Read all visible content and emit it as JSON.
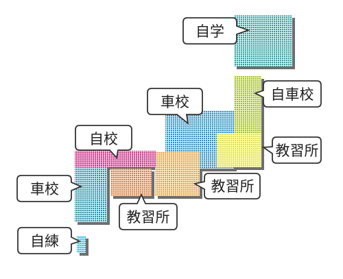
{
  "colors": {
    "teal": "#2f9fa0",
    "blue": "#2b8fbf",
    "olive": "#a4bf2a",
    "yellow": "#e8e85a",
    "magenta": "#c8207f",
    "orange": "#d9803f",
    "peach": "#e8a85a",
    "cyan": "#32b8d8",
    "shadow": "#555555",
    "label_border": "#333333"
  },
  "labels": [
    {
      "id": "jigaku",
      "text": "自学"
    },
    {
      "id": "jishakou",
      "text": "自車校"
    },
    {
      "id": "shakou-top",
      "text": "車校"
    },
    {
      "id": "kyoushuujo-right",
      "text": "教習所"
    },
    {
      "id": "jikou",
      "text": "自校"
    },
    {
      "id": "kyoushuujo-mid",
      "text": "教習所"
    },
    {
      "id": "shakou-left",
      "text": "車校"
    },
    {
      "id": "kyoushuujo-low",
      "text": "教習所"
    },
    {
      "id": "jiren",
      "text": "自練"
    }
  ]
}
